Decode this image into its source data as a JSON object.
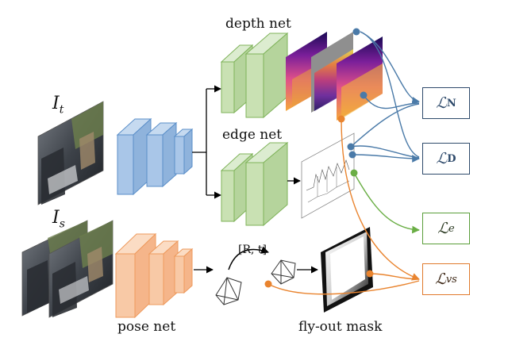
{
  "labels": {
    "depth_net": "depth net",
    "edge_net": "edge net",
    "pose_net": "pose net",
    "fly_out_mask": "fly-out mask",
    "rt": "[R, t]",
    "input_target": "I",
    "input_target_sub": "t",
    "input_source": "I",
    "input_source_sub": "s"
  },
  "losses": [
    {
      "symbol": "ℒ",
      "sub": "N",
      "color": "#2e4a6b"
    },
    {
      "symbol": "ℒ",
      "sub": "D",
      "color": "#2e4a6b"
    },
    {
      "symbol": "ℒ",
      "sub": "e",
      "color": "#5a9e3a"
    },
    {
      "symbol": "ℒ",
      "sub": "vs",
      "color": "#e07a2c"
    }
  ],
  "colors": {
    "blue_net": "#a9c6e8",
    "blue_edge": "#5b8fc9",
    "green_net": "#c9e1b3",
    "green_edge": "#7fb35a",
    "orange_net": "#f8c9a6",
    "orange_edge": "#ee9a5d",
    "arrow_blue": "#4a7aa8",
    "arrow_green": "#6aae45",
    "arrow_orange": "#e9842f"
  }
}
